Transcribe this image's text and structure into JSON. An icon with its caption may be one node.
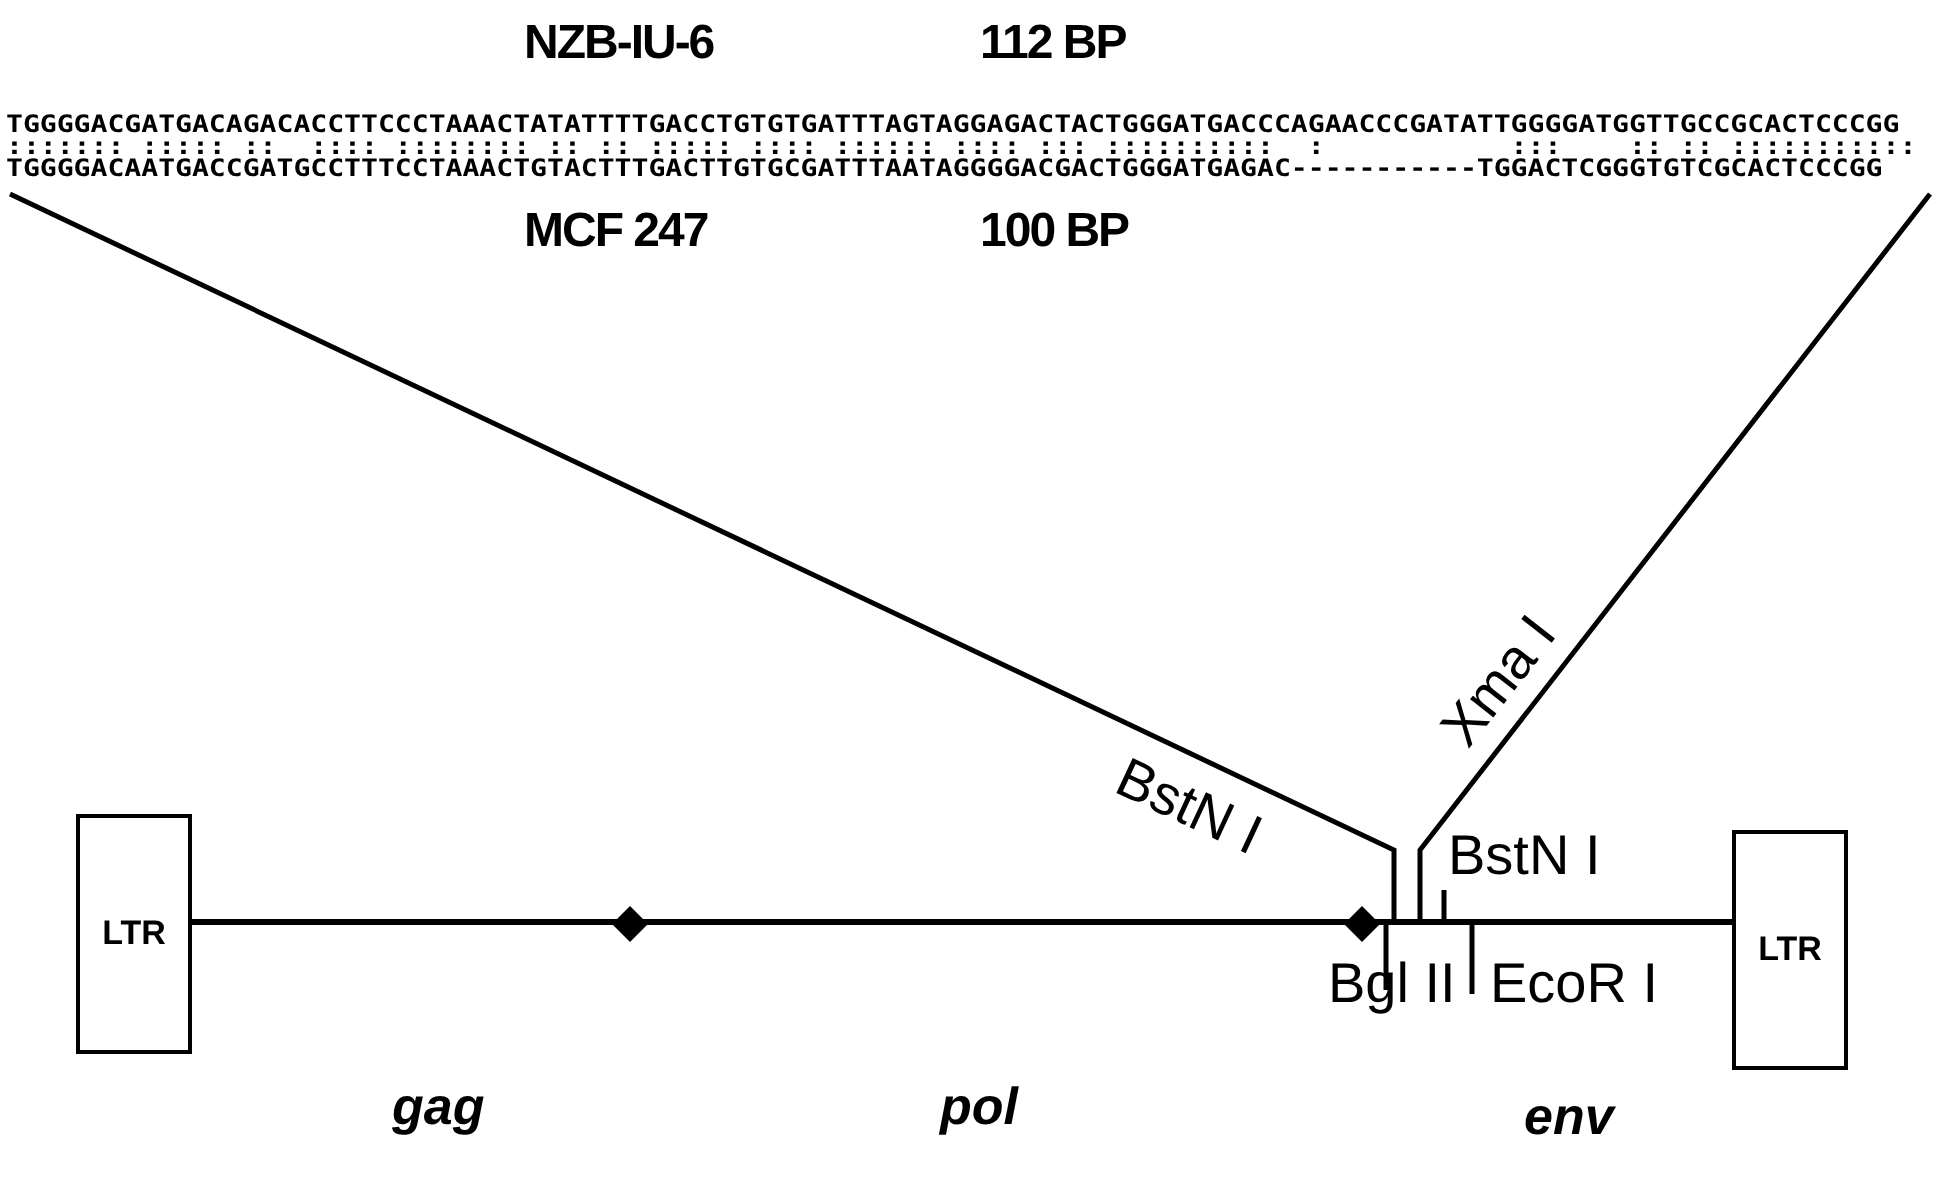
{
  "diagram": {
    "nodes": [
      {
        "text": [
          "LTR"
        ]
      },
      {
        "text": [
          "LTR"
        ]
      }
    ],
    "edges": [
      {
        "from": 0,
        "to": 1,
        "arrow": "none"
      }
    ],
    "labels": [
      "NZB-IU-6",
      "112 BP",
      "TGGGGACGATGACAGACACCTTCCCTAAACTATATTTTGACCTGTGTGATTTAGTAGGAGACTACTGGGATGACCCAGAACCCGATATTGGGGATGGTTGCCGCACTCCCGG",
      "::::::: ::::: ::  :::: :::::::: :: :: ::::: :::: :::::: :::: ::: ::::::::::  :           :::    :: :: :::::::::::",
      "TGGGGACAATGACCGATGCCTTTCCTAAACTGTACTTTGACTTGTGCGATTTAATAGGGGACGACTGGGATGAGAC-----------TGGACTCGGGTGTCGCACTCCCGG",
      "MCF 247",
      "100 BP",
      "BstN I",
      "Xma I",
      "BstN I",
      "Bgl II",
      "EcoR I",
      "gag",
      "pol",
      "env"
    ]
  }
}
